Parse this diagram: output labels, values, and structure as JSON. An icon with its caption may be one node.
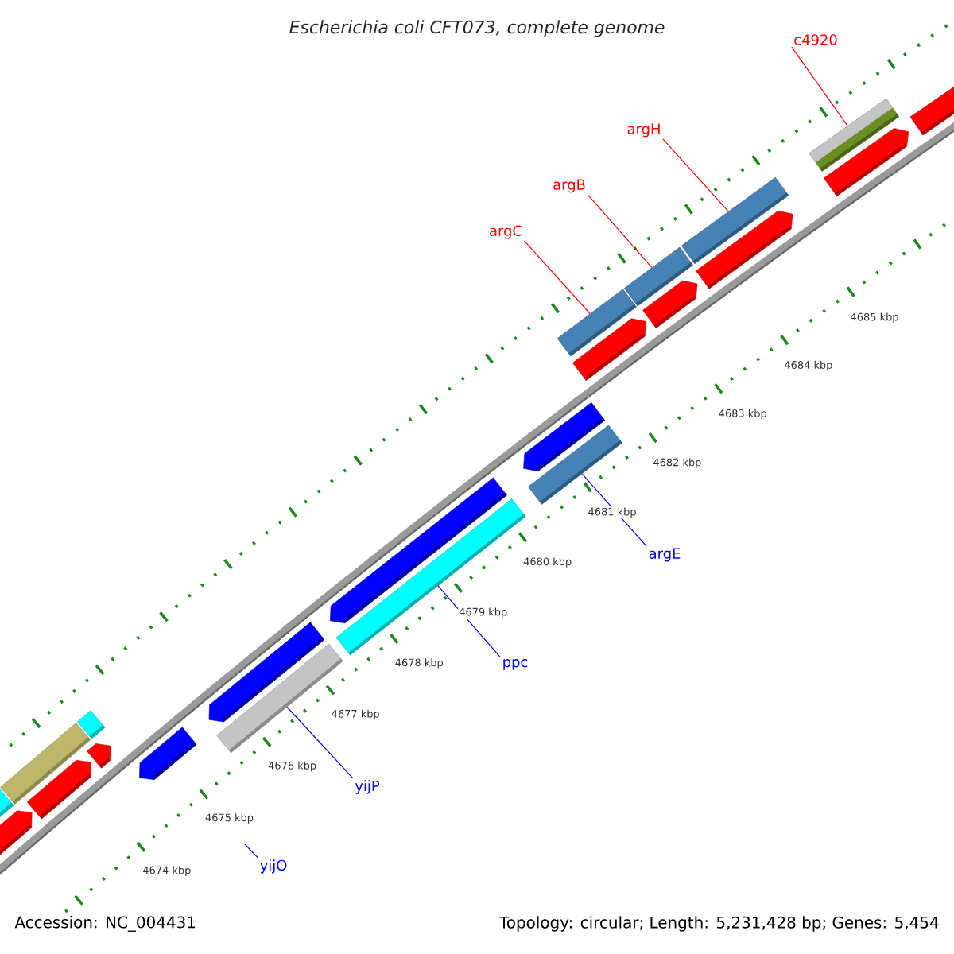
{
  "diagram": {
    "title": "Escherichia coli CFT073, complete genome",
    "nodes": [
      {
        "text": [
          "c4920"
        ]
      },
      {
        "text": [],
        "shape": "bar"
      },
      {
        "text": [
          "argH"
        ]
      },
      {
        "text": [],
        "shape": "bar"
      },
      {
        "text": [
          "argB"
        ]
      },
      {
        "text": [],
        "shape": "bar"
      },
      {
        "text": [
          "argC"
        ]
      },
      {
        "text": [],
        "shape": "bar"
      },
      {
        "text": [],
        "shape": "bar"
      },
      {
        "text": [
          "argE"
        ]
      },
      {
        "text": [],
        "shape": "bar"
      },
      {
        "text": [
          "ppc"
        ]
      },
      {
        "text": [],
        "shape": "bar"
      },
      {
        "text": [
          "yijP"
        ]
      },
      {
        "text": [
          "yijO"
        ]
      }
    ],
    "edges": [
      {
        "from": 0,
        "to": 1,
        "arrow": "none",
        "color": "#ff0000"
      },
      {
        "from": 2,
        "to": 3,
        "arrow": "none",
        "color": "#ff0000"
      },
      {
        "from": 4,
        "to": 5,
        "arrow": "none",
        "color": "#ff0000"
      },
      {
        "from": 6,
        "to": 7,
        "arrow": "none",
        "color": "#ff0000"
      },
      {
        "from": 9,
        "to": 8,
        "arrow": "none",
        "color": "#0000ff"
      },
      {
        "from": 11,
        "to": 10,
        "arrow": "none",
        "color": "#0000ff"
      },
      {
        "from": 13,
        "to": 12,
        "arrow": "none",
        "color": "#0000ff"
      },
      {
        "from": 14,
        "to": null,
        "arrow": "none",
        "color": "#0000ff"
      }
    ],
    "labels": [
      "4674 kbp",
      "4675 kbp",
      "4676 kbp",
      "4677 kbp",
      "4678 kbp",
      "4679 kbp",
      "4680 kbp",
      "4681 kbp",
      "4682 kbp",
      "4683 kbp",
      "4684 kbp",
      "4685 kbp",
      "Accession: NC_004431",
      "Topology: circular; Length: 5,231,428 bp; Genes: 5,454"
    ]
  }
}
